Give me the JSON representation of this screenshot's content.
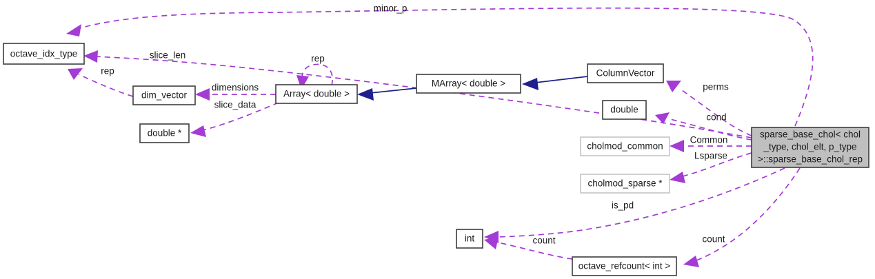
{
  "diagram": {
    "title": "sparse_base_chol collaboration diagram",
    "type": "uml-collaboration",
    "colors": {
      "usage_edge": "#a33bd4",
      "inheritance_edge": "#20208c",
      "focus_node_fill": "#bfbfbf",
      "node_border_dark": "#3d3d3d",
      "node_border_light": "#c4c4c4",
      "background": "#ffffff",
      "text": "#1a1a1a"
    },
    "nodes": [
      {
        "id": "octave_idx_type",
        "label": "octave_idx_type",
        "style": "dark"
      },
      {
        "id": "dim_vector",
        "label": "dim_vector",
        "style": "dark"
      },
      {
        "id": "double_ptr",
        "label": "double *",
        "style": "dark"
      },
      {
        "id": "array_double",
        "label": "Array< double >",
        "style": "dark"
      },
      {
        "id": "marray_double",
        "label": "MArray< double >",
        "style": "dark"
      },
      {
        "id": "column_vector",
        "label": "ColumnVector",
        "style": "dark"
      },
      {
        "id": "double",
        "label": "double",
        "style": "dark"
      },
      {
        "id": "cholmod_common",
        "label": "cholmod_common",
        "style": "light"
      },
      {
        "id": "cholmod_sparse_ptr",
        "label": "cholmod_sparse *",
        "style": "light"
      },
      {
        "id": "int",
        "label": "int",
        "style": "dark"
      },
      {
        "id": "octave_refcount_int",
        "label": "octave_refcount< int >",
        "style": "dark"
      },
      {
        "id": "focus",
        "label_line1": "sparse_base_chol< chol",
        "label_line2": "_type, chol_elt, p_type",
        "label_line3": ">::sparse_base_chol_rep",
        "style": "focus"
      }
    ],
    "edge_labels": {
      "minor_p": "minor_p",
      "slice_len": "slice_len",
      "rep_left": "rep",
      "rep_self": "rep",
      "dimensions": "dimensions",
      "slice_data": "slice_data",
      "perms": "perms",
      "cond": "cond",
      "common": "Common",
      "lsparse": "Lsparse",
      "is_pd": "is_pd",
      "count_left": "count",
      "count_right": "count"
    }
  }
}
